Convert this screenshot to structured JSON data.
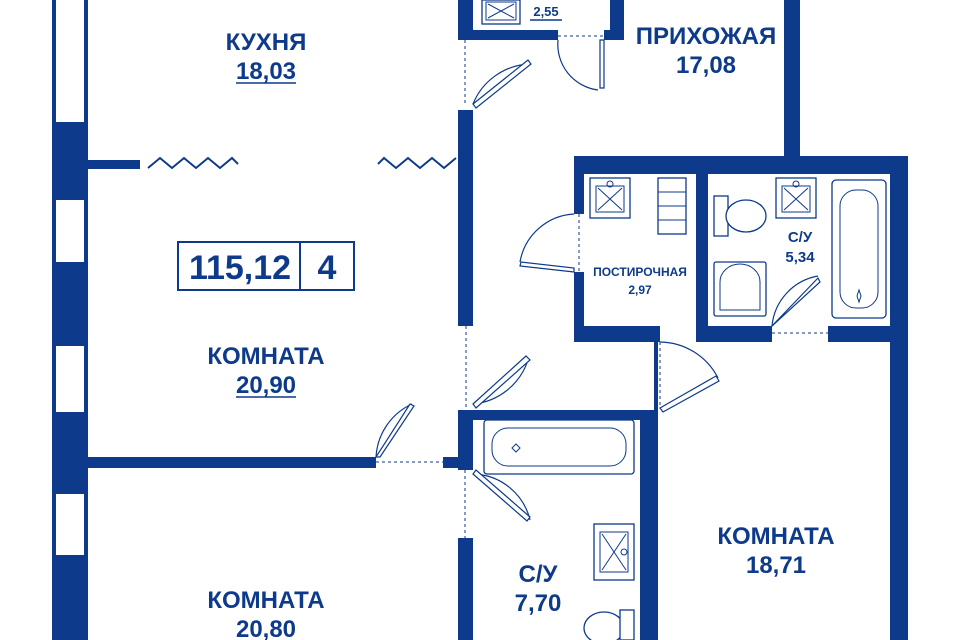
{
  "plan": {
    "total_area": "115,12",
    "room_count": "4",
    "wall_color": "#0d3a8a",
    "rooms": {
      "kitchen": {
        "name": "КУХНЯ",
        "area": "18,03"
      },
      "bath_top": {
        "name": "",
        "area": "2,55"
      },
      "hallway": {
        "name": "ПРИХОЖАЯ",
        "area": "17,08"
      },
      "living": {
        "name": "КОМНАТА",
        "area": "20,90"
      },
      "laundry": {
        "name": "ПОСТИРОЧНАЯ",
        "area": "2,97"
      },
      "wc_right": {
        "name": "С/У",
        "area": "5,34"
      },
      "room_right": {
        "name": "КОМНАТА",
        "area": "18,71"
      },
      "wc_center": {
        "name": "С/У",
        "area": "7,70"
      },
      "room_bottom": {
        "name": "КОМНАТА",
        "area": "20,80"
      }
    }
  }
}
